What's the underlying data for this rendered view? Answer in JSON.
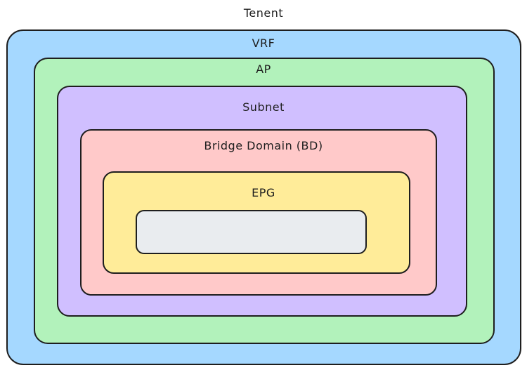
{
  "layers": {
    "tenant": {
      "label": "Tenent"
    },
    "vrf": {
      "label": "VRF",
      "color": "#a5d8ff"
    },
    "ap": {
      "label": "AP",
      "color": "#b2f2bb"
    },
    "subnet": {
      "label": "Subnet",
      "color": "#d0bfff"
    },
    "bd": {
      "label": "Bridge Domain (BD)",
      "color": "#ffc9c9"
    },
    "epg": {
      "label": "EPG",
      "color": "#ffec99"
    },
    "inner": {
      "color": "#e9ecef"
    }
  },
  "stroke_color": "#1e1e1e"
}
